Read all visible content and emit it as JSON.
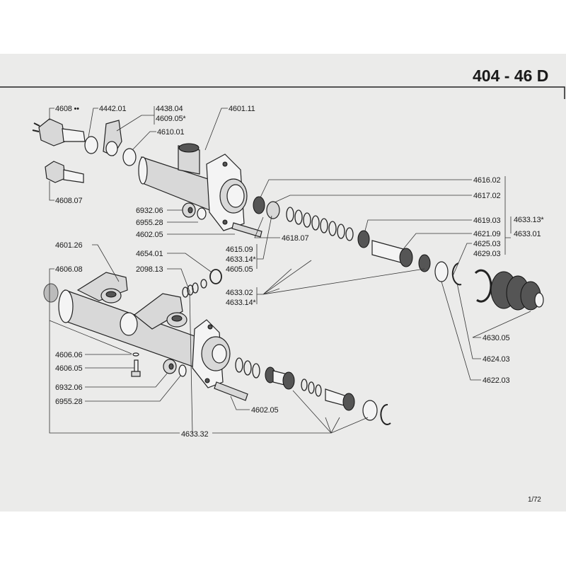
{
  "header": {
    "title": "404 - 46 D",
    "page_number": "1/72"
  },
  "labels": {
    "l4608": "4608 ••",
    "l4442_01": "4442.01",
    "l4438_04": "4438.04",
    "l4609_05": "4609.05*",
    "l4601_11": "4601.11",
    "l4610_01": "4610.01",
    "l4608_07": "4608.07",
    "l6932_06a": "6932.06",
    "l6955_28a": "6955.28",
    "l4602_05a": "4602.05",
    "l4616_02": "4616.02",
    "l4617_02": "4617.02",
    "l4619_03": "4619.03",
    "l4633_13": "4633.13*",
    "l4633_01": "4633.01",
    "l4621_09": "4621.09",
    "l4625_03": "4625.03",
    "l4629_03": "4629.03",
    "l4618_07": "4618.07",
    "l4615_09": "4615.09",
    "l4633_14a": "4633.14*",
    "l4605_05": "4605.05",
    "l4601_26": "4601.26",
    "l4654_01": "4654.01",
    "l2098_13": "2098.13",
    "l4606_08": "4606.08",
    "l4633_02": "4633.02",
    "l4633_14b": "4633.14*",
    "l4630_05": "4630.05",
    "l4624_03": "4624.03",
    "l4622_03": "4622.03",
    "l4606_06": "4606.06",
    "l4606_05": "4606.05",
    "l6932_06b": "6932.06",
    "l6955_28b": "6955.28",
    "l4602_05b": "4602.05",
    "l4633_32": "4633.32"
  }
}
